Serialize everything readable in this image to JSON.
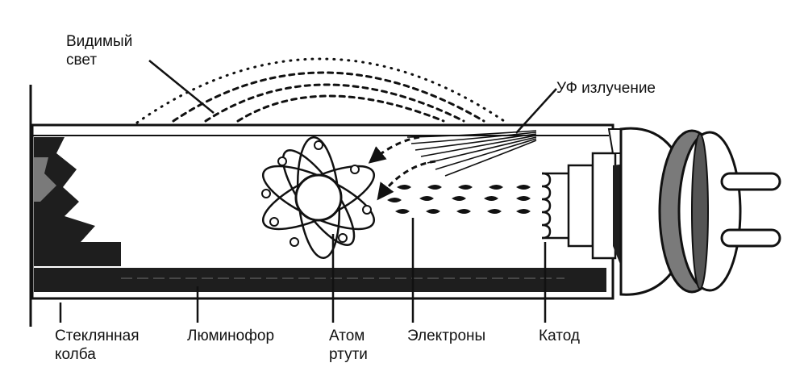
{
  "labels": {
    "visible_light": [
      "Видимый",
      "свет"
    ],
    "uv_radiation": "УФ излучение",
    "glass_bulb": [
      "Стеклянная",
      "колба"
    ],
    "phosphor": "Люминофор",
    "mercury_atom": [
      "Атом",
      "ртути"
    ],
    "electrons": "Электроны",
    "cathode": "Катод"
  },
  "colors": {
    "ink": "#111111",
    "paper": "#ffffff",
    "dark_fill": "#1e1e1e",
    "mid_fill": "#7a7a7a"
  }
}
